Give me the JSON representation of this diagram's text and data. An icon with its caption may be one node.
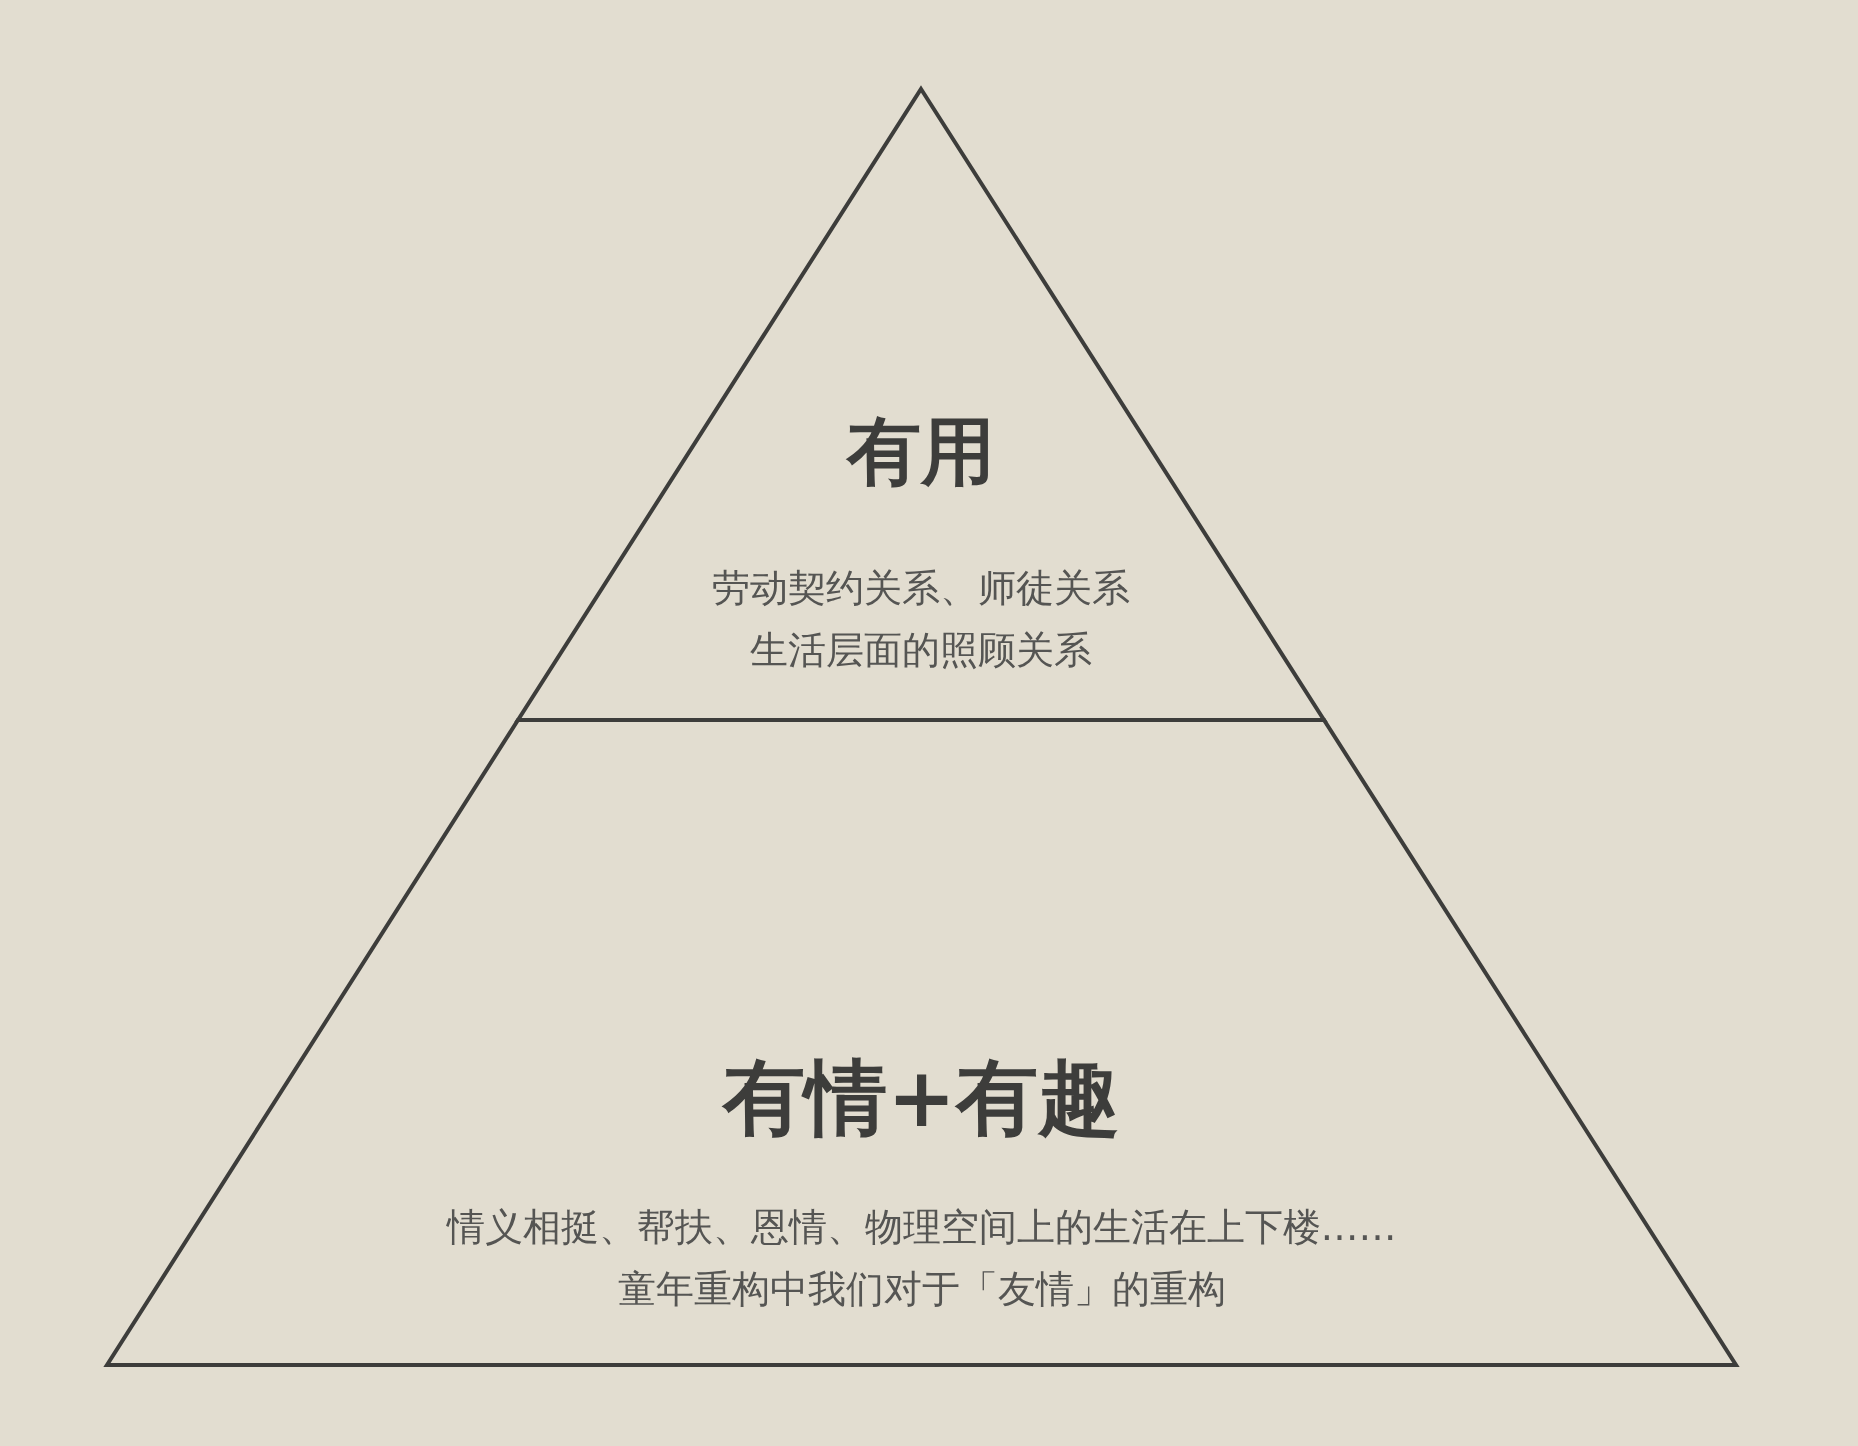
{
  "diagram": {
    "nodes": [
      {
        "text": [
          "有用",
          "劳动契约关系、师徒关系",
          "生活层面的照顾关系"
        ]
      },
      {
        "text": [
          "有情+有趣",
          "情义相挺、帮扶、恩情、物理空间上的生活在上下楼……",
          "童年重构中我们对于「友情」的重构"
        ]
      }
    ]
  }
}
